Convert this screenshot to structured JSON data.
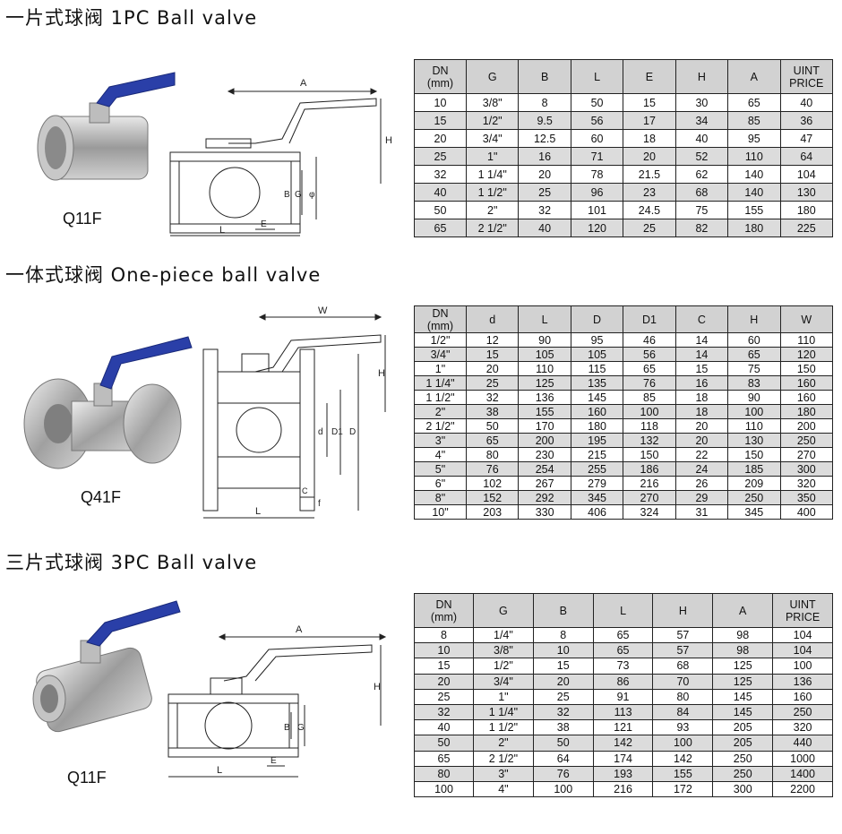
{
  "sections": [
    {
      "title": "一片式球阀 1PC Ball valve",
      "model": "Q11F",
      "drawing_labels": [
        "A",
        "H",
        "B",
        "G",
        "φ",
        "L",
        "E"
      ],
      "headers": [
        "DN\n(mm)",
        "G",
        "B",
        "L",
        "E",
        "H",
        "A",
        "UINT\nPRICE"
      ],
      "rows": [
        [
          "10",
          "3/8\"",
          "8",
          "50",
          "15",
          "30",
          "65",
          "40"
        ],
        [
          "15",
          "1/2\"",
          "9.5",
          "56",
          "17",
          "34",
          "85",
          "36"
        ],
        [
          "20",
          "3/4\"",
          "12.5",
          "60",
          "18",
          "40",
          "95",
          "47"
        ],
        [
          "25",
          "1\"",
          "16",
          "71",
          "20",
          "52",
          "110",
          "64"
        ],
        [
          "32",
          "1 1/4\"",
          "20",
          "78",
          "21.5",
          "62",
          "140",
          "104"
        ],
        [
          "40",
          "1 1/2\"",
          "25",
          "96",
          "23",
          "68",
          "140",
          "130"
        ],
        [
          "50",
          "2\"",
          "32",
          "101",
          "24.5",
          "75",
          "155",
          "180"
        ],
        [
          "65",
          "2 1/2\"",
          "40",
          "120",
          "25",
          "82",
          "180",
          "225"
        ]
      ]
    },
    {
      "title": "一体式球阀 One-piece ball valve",
      "model": "Q41F",
      "drawing_labels": [
        "W",
        "H",
        "d",
        "D1",
        "D",
        "C",
        "f",
        "L"
      ],
      "headers": [
        "DN\n(mm)",
        "d",
        "L",
        "D",
        "D1",
        "C",
        "H",
        "W"
      ],
      "rows": [
        [
          "1/2\"",
          "12",
          "90",
          "95",
          "46",
          "14",
          "60",
          "110"
        ],
        [
          "3/4\"",
          "15",
          "105",
          "105",
          "56",
          "14",
          "65",
          "120"
        ],
        [
          "1\"",
          "20",
          "110",
          "115",
          "65",
          "15",
          "75",
          "150"
        ],
        [
          "1 1/4\"",
          "25",
          "125",
          "135",
          "76",
          "16",
          "83",
          "160"
        ],
        [
          "1 1/2\"",
          "32",
          "136",
          "145",
          "85",
          "18",
          "90",
          "160"
        ],
        [
          "2\"",
          "38",
          "155",
          "160",
          "100",
          "18",
          "100",
          "180"
        ],
        [
          "2 1/2\"",
          "50",
          "170",
          "180",
          "118",
          "20",
          "110",
          "200"
        ],
        [
          "3\"",
          "65",
          "200",
          "195",
          "132",
          "20",
          "130",
          "250"
        ],
        [
          "4\"",
          "80",
          "230",
          "215",
          "150",
          "22",
          "150",
          "270"
        ],
        [
          "5\"",
          "76",
          "254",
          "255",
          "186",
          "24",
          "185",
          "300"
        ],
        [
          "6\"",
          "102",
          "267",
          "279",
          "216",
          "26",
          "209",
          "320"
        ],
        [
          "8\"",
          "152",
          "292",
          "345",
          "270",
          "29",
          "250",
          "350"
        ],
        [
          "10\"",
          "203",
          "330",
          "406",
          "324",
          "31",
          "345",
          "400"
        ]
      ]
    },
    {
      "title": "三片式球阀 3PC Ball valve",
      "model": "Q11F",
      "drawing_labels": [
        "A",
        "H",
        "B",
        "G",
        "L",
        "E"
      ],
      "headers": [
        "DN\n(mm)",
        "G",
        "B",
        "L",
        "H",
        "A",
        "UINT\nPRICE"
      ],
      "rows": [
        [
          "8",
          "1/4\"",
          "8",
          "65",
          "57",
          "98",
          "104"
        ],
        [
          "10",
          "3/8\"",
          "10",
          "65",
          "57",
          "98",
          "104"
        ],
        [
          "15",
          "1/2\"",
          "15",
          "73",
          "68",
          "125",
          "100"
        ],
        [
          "20",
          "3/4\"",
          "20",
          "86",
          "70",
          "125",
          "136"
        ],
        [
          "25",
          "1\"",
          "25",
          "91",
          "80",
          "145",
          "160"
        ],
        [
          "32",
          "1 1/4\"",
          "32",
          "113",
          "84",
          "145",
          "250"
        ],
        [
          "40",
          "1 1/2\"",
          "38",
          "121",
          "93",
          "205",
          "320"
        ],
        [
          "50",
          "2\"",
          "50",
          "142",
          "100",
          "205",
          "440"
        ],
        [
          "65",
          "2 1/2\"",
          "64",
          "174",
          "142",
          "250",
          "1000"
        ],
        [
          "80",
          "3\"",
          "76",
          "193",
          "155",
          "250",
          "1400"
        ],
        [
          "100",
          "4\"",
          "100",
          "216",
          "172",
          "300",
          "2200"
        ]
      ]
    }
  ],
  "colors": {
    "handle": "#2a3fa8",
    "steel": "#b4b4b4",
    "header_bg": "#d2d2d2",
    "alt_row_bg": "#dcdcdc"
  }
}
